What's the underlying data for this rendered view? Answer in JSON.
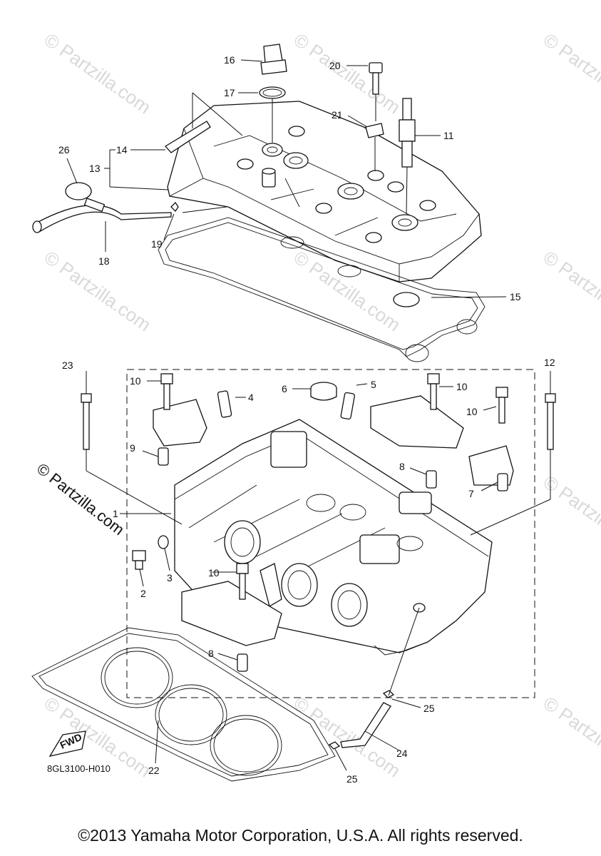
{
  "watermarks": {
    "faint_text": "© Partzilla.com",
    "bold_text": "© Partzilla.com"
  },
  "callouts": {
    "c1": "1",
    "c2": "2",
    "c3": "3",
    "c4": "4",
    "c5": "5",
    "c6": "6",
    "c7": "7",
    "c8a": "8",
    "c8b": "8",
    "c9": "9",
    "c10a": "10",
    "c10b": "10",
    "c10c": "10",
    "c10d": "10",
    "c11": "11",
    "c12": "12",
    "c13": "13",
    "c14": "14",
    "c15": "15",
    "c16": "16",
    "c17": "17",
    "c18": "18",
    "c19": "19",
    "c20": "20",
    "c21": "21",
    "c22": "22",
    "c23": "23",
    "c24": "24",
    "c25a": "25",
    "c25b": "25",
    "c26": "26"
  },
  "fwd_label": "FWD",
  "diagram_code": "8GL3100-H010",
  "copyright": "©2013 Yamaha Motor Corporation, U.S.A. All rights reserved.",
  "colors": {
    "ink": "#111111",
    "watermark": "#d9d9d9",
    "background": "#ffffff"
  }
}
